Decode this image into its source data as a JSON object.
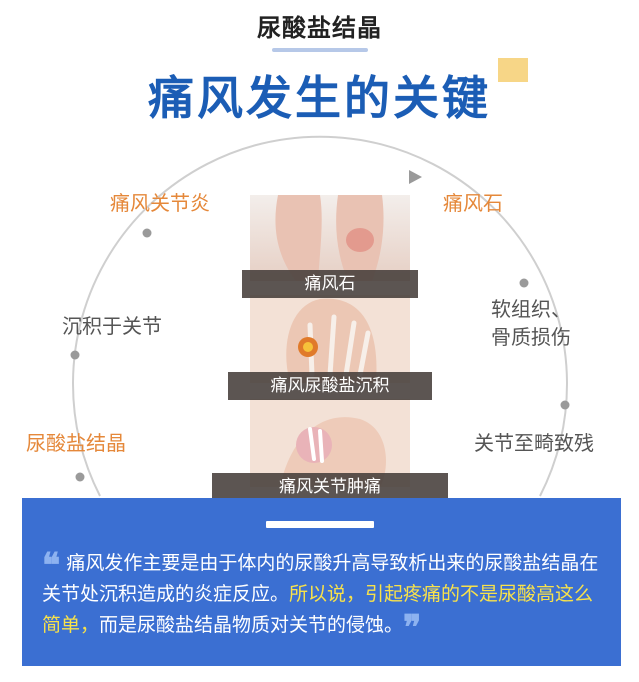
{
  "header": {
    "subtitle": "尿酸盐结晶",
    "title": "痛风发生的关键"
  },
  "cycle": {
    "left_top": "痛风关节炎",
    "left_mid": "沉积于关节",
    "left_bottom": "尿酸盐结晶",
    "right_top": "痛风石",
    "right_mid_line1": "软组织、",
    "right_mid_line2": "骨质损伤",
    "right_bottom": "关节至畸致残"
  },
  "images": {
    "panel1_caption": "痛风石",
    "panel2_caption": "痛风尿酸盐沉积",
    "panel3_caption": "痛风关节肿痛"
  },
  "quote": {
    "open_mark": "❝",
    "close_mark": "❞",
    "text_white": "痛风发作主要是由于体内的尿酸升高导致析出来的尿酸盐结晶在关节处沉积造成的炎症反应。",
    "text_yellow": "所以说，引起疼痛的不是尿酸高这么简单，",
    "text_white_end": "而是尿酸盐结晶物质对关节的侵蚀。"
  },
  "colors": {
    "title_blue": "#1b5db5",
    "accent_orange": "#e5883a",
    "panel_blue": "#3b6fd2",
    "highlight_yellow": "#f8e24a"
  }
}
